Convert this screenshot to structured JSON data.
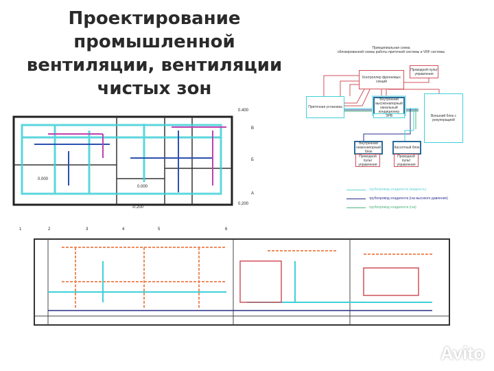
{
  "title": "Проектирование промышленной вентиляции, вентиляции чистых зон",
  "schema": {
    "title_line1": "Принципиальная схема",
    "title_line2": "облокированной схемы работы приточной системы и VRF системы",
    "controller": "Контроллер фреоновых секций",
    "remote_top": "Проводной пульт управления",
    "supply_unit": "Приточная установка",
    "ducted_unit": "Внутренний высоконапорный канальный кондиционер",
    "erv": "ЭРВ",
    "outdoor_unit": "Внешний блок с рекуперацией",
    "low_pressure_unit": "Внутренний низконапорный блок",
    "cassette_unit": "Кассетный блок",
    "remote_left": "Проводной пульт управления",
    "remote_right": "Проводной пульт управления",
    "legend": [
      {
        "label": "трубопровод хладагента (жидкость)",
        "color": "#5fd3d3"
      },
      {
        "label": "трубопровод хладагента (газ высокого давления)",
        "color": "#2a2f8a"
      },
      {
        "label": "трубопровод хладагента (газ)",
        "color": "#4db37a"
      }
    ]
  },
  "plan_top": {
    "marks": [
      "0.400",
      "0.200",
      "0.000",
      "0.000",
      "-0.200"
    ],
    "axes": [
      "1",
      "2",
      "3",
      "4",
      "5",
      "6"
    ],
    "rows": [
      "В",
      "Б",
      "А"
    ]
  },
  "colors": {
    "red": "#d0505a",
    "cyan": "#3fd0d8",
    "blue": "#2a2f8a",
    "orange": "#f08a5a"
  },
  "logo": "Avito"
}
